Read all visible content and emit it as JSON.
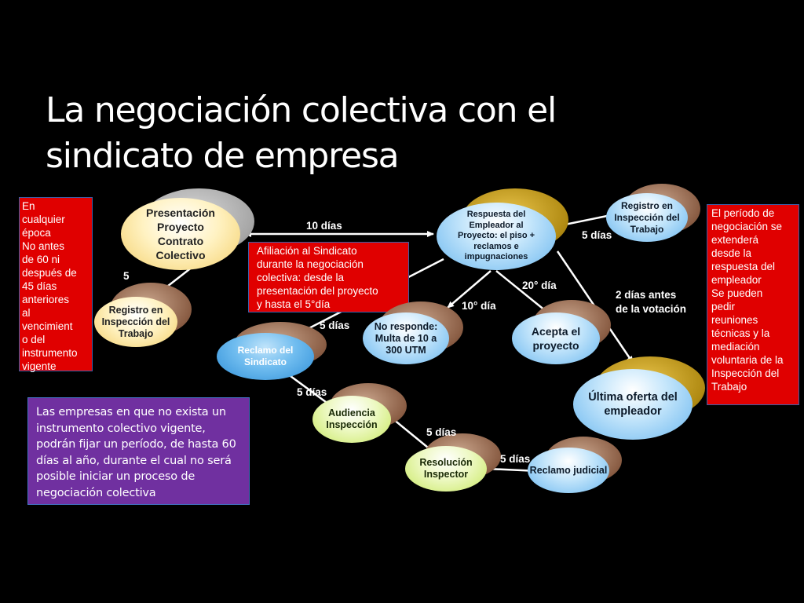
{
  "title": {
    "line1": "La negociación colectiva con el",
    "line2": "sindicato de empresa"
  },
  "left_note": [
    "En",
    "cualquier",
    "época",
    "No antes",
    "de 60 ni",
    "después de",
    "45 días",
    "anteriores",
    "al",
    "vencimient",
    "o del",
    "instrumento",
    "vigente"
  ],
  "right_note": [
    "El período de",
    "negociación se",
    "extenderá",
    "desde la",
    "respuesta del",
    "empleador",
    "Se pueden",
    "pedir",
    "reuniones",
    "técnicas y la",
    "mediación",
    "voluntaria de la",
    "Inspección del",
    "Trabajo"
  ],
  "afiliacion_note": [
    "Afiliación al Sindicato",
    "durante la negociación",
    "colectiva: desde la",
    "presentación del proyecto",
    "y hasta el 5°día"
  ],
  "purple_note": [
    "Las empresas en que no exista un",
    "instrumento colectivo vigente,",
    "podrán fijar un período, de hasta 60",
    "días al año, durante el cual no será",
    "posible iniciar un proceso de",
    "negociación colectiva"
  ],
  "nodes": {
    "presentacion": [
      "Presentación",
      "Proyecto",
      "Contrato",
      "Colectivo"
    ],
    "registro_left": [
      "Registro en",
      "Inspección del",
      "Trabajo"
    ],
    "reclamo_sindicato": [
      "Reclamo del",
      "Sindicato"
    ],
    "no_responde": [
      "No responde:",
      "Multa de 10 a",
      "300 UTM"
    ],
    "respuesta": [
      "Respuesta del",
      "Empleador al",
      "Proyecto: el piso +",
      "reclamos e",
      "impugnaciones"
    ],
    "registro_right": [
      "Registro en",
      "Inspección del",
      "Trabajo"
    ],
    "acepta": [
      "Acepta el",
      "proyecto"
    ],
    "ultima_oferta": [
      "Última oferta del",
      "empleador"
    ],
    "audiencia": [
      "Audiencia",
      "Inspección"
    ],
    "resolucion": [
      "Resolución",
      "Inspector"
    ],
    "reclamo_judicial": [
      "Reclamo judicial"
    ]
  },
  "labels": {
    "diez_dias": "10 días",
    "cinco": "5",
    "cinco_dias_right": "5 días",
    "veinte_dia": "20° día",
    "dos_dias": [
      "2 días antes",
      "de la votación"
    ],
    "diez_dia": "10° día",
    "cinco_dias_reclamo": "5 días",
    "cinco_dias_audiencia": "5 días",
    "cinco_dias_resolucion": "5 días",
    "cinco_dias_judicial": "5 días"
  },
  "colors": {
    "background": "#000000",
    "note_red": "#e00000",
    "note_purple": "#7030a0",
    "border_blue": "#4472c4"
  }
}
